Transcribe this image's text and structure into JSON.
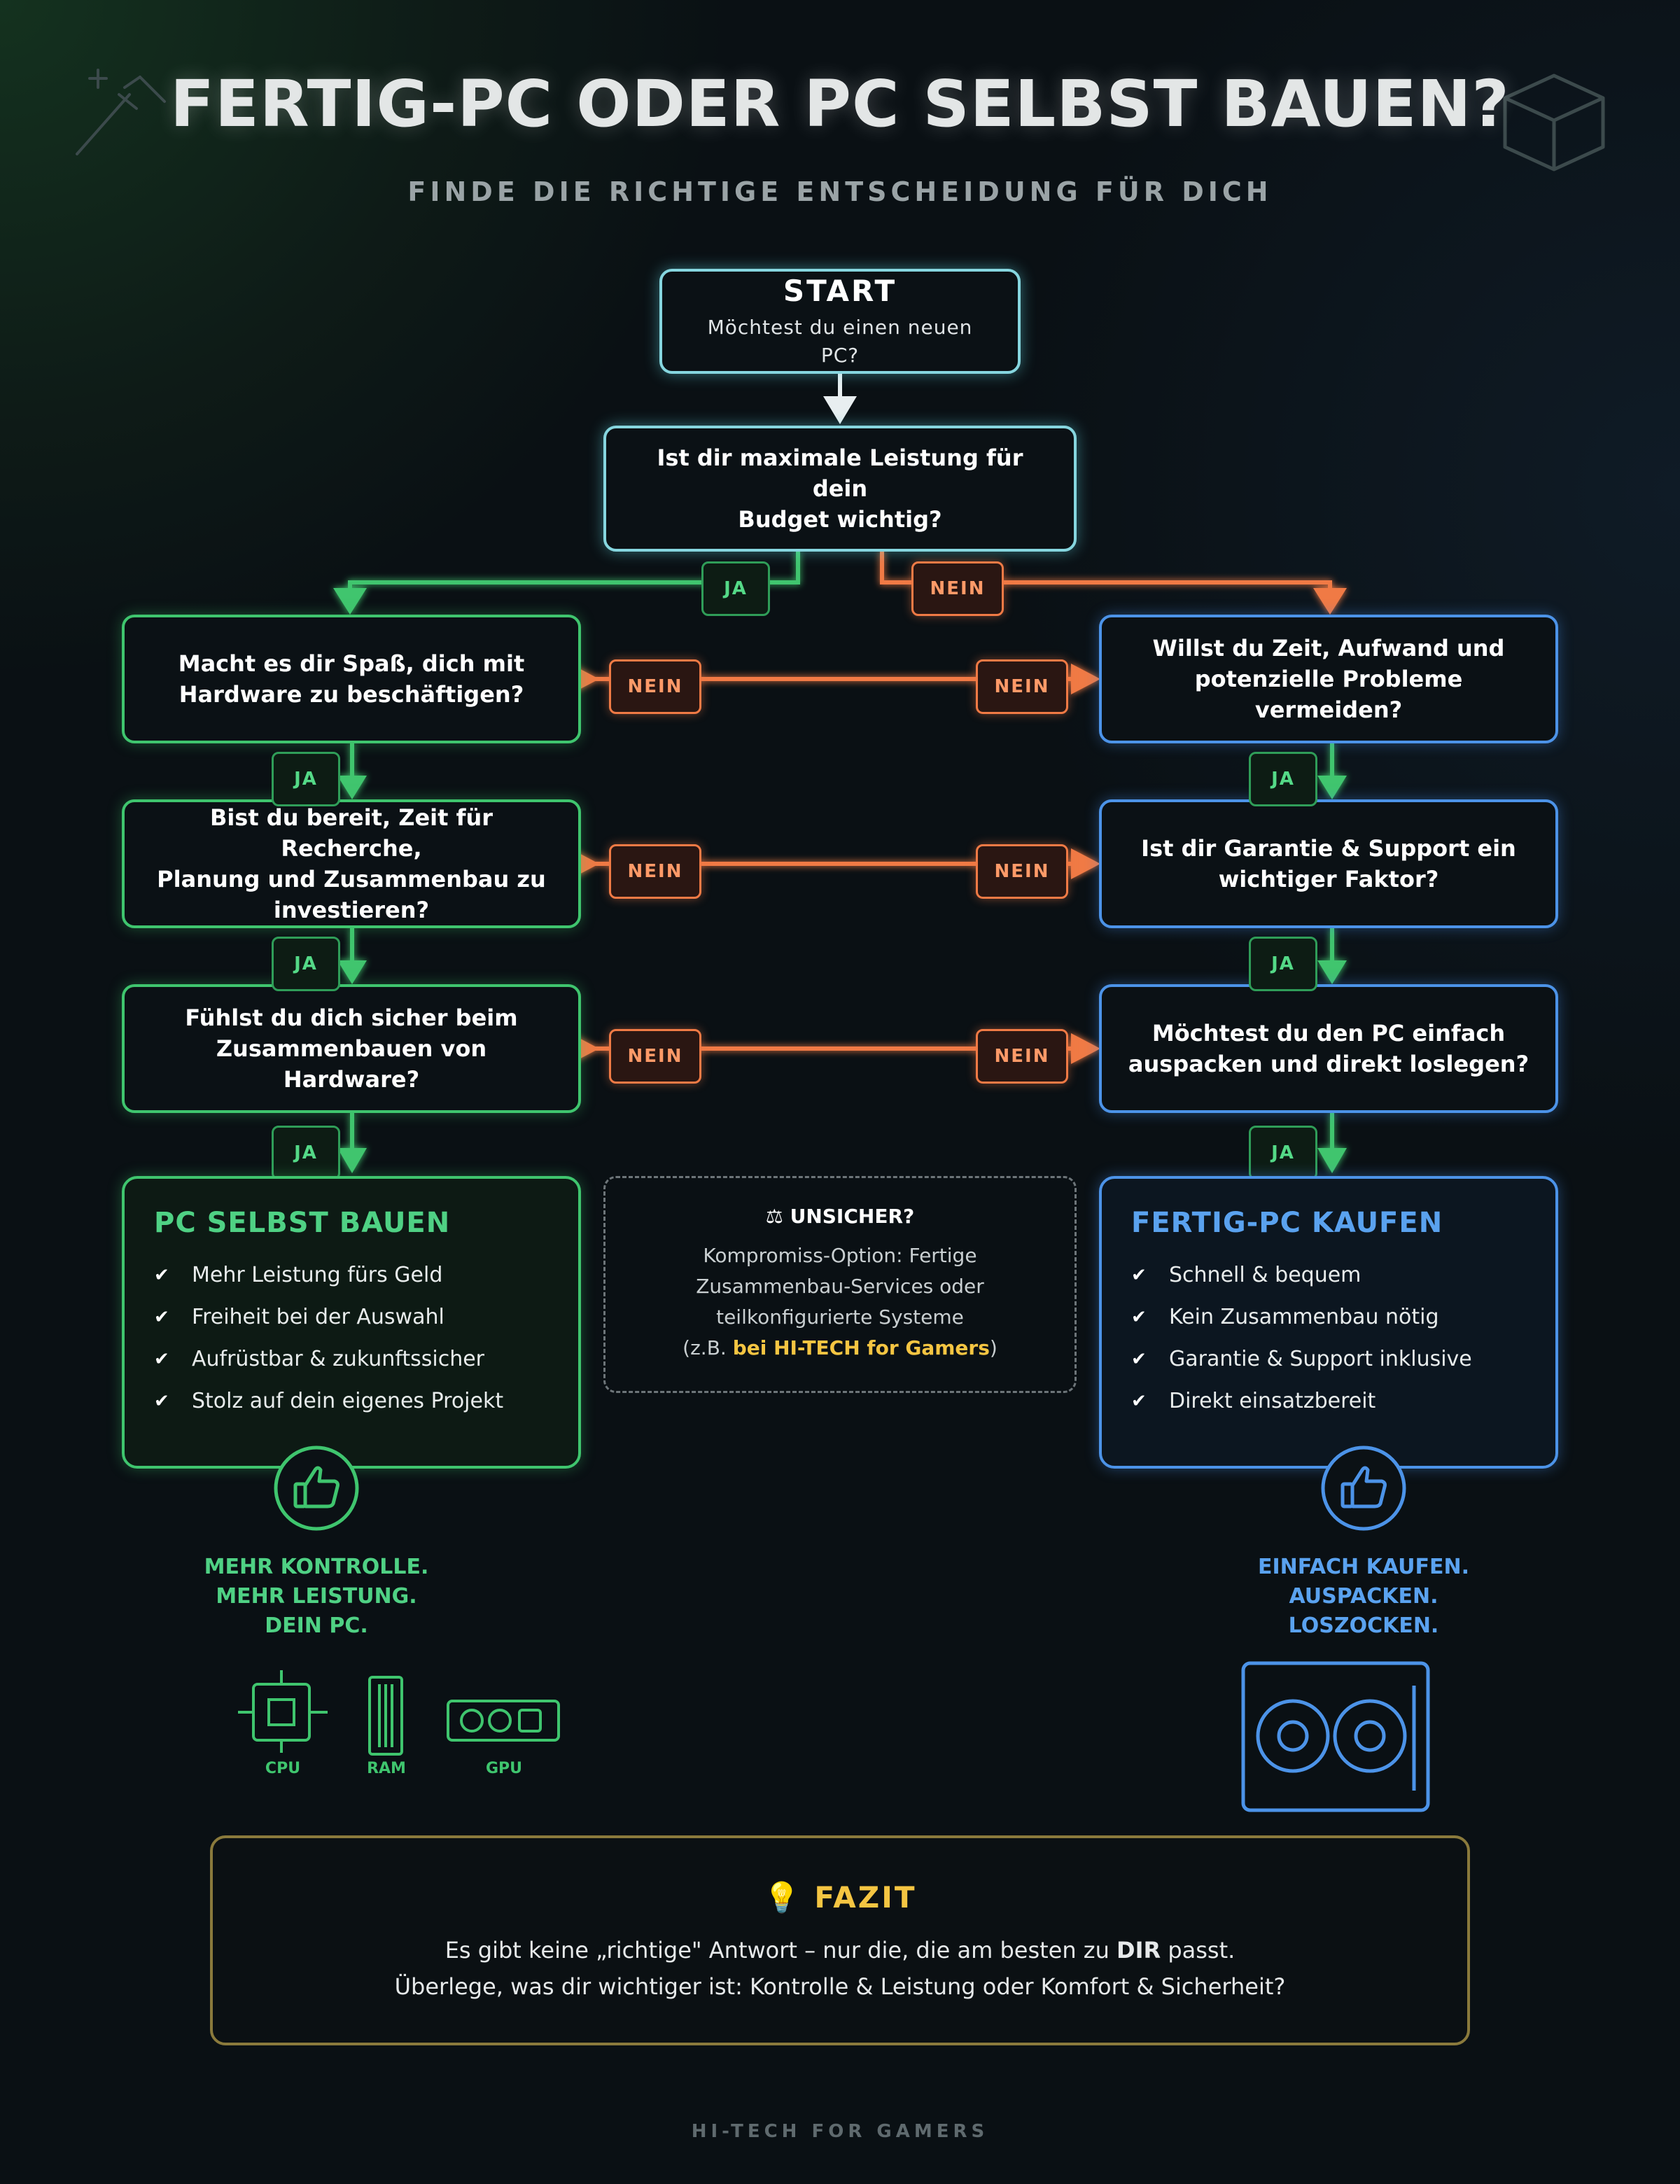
{
  "header": {
    "title": "FERTIG-PC ODER PC SELBST BAUEN?",
    "subtitle": "FINDE DIE RICHTIGE ENTSCHEIDUNG FÜR DICH"
  },
  "start": {
    "title": "START",
    "line1": "Möchtest du einen neuen",
    "line2": "PC?"
  },
  "q_main": {
    "line1": "Ist dir maximale Leistung für dein",
    "line2": "Budget wichtig?"
  },
  "left": {
    "q1": {
      "line1": "Macht es dir Spaß, dich mit",
      "line2": "Hardware zu beschäftigen?"
    },
    "q2": {
      "line1": "Bist du bereit, Zeit für Recherche,",
      "line2": "Planung und Zusammenbau zu",
      "line3": "investieren?"
    },
    "q3": {
      "line1": "Fühlst du dich sicher beim",
      "line2": "Zusammenbauen von Hardware?"
    }
  },
  "right": {
    "q1": {
      "line1": "Willst du Zeit, Aufwand und",
      "line2": "potenzielle Probleme vermeiden?"
    },
    "q2": {
      "line1": "Ist dir Garantie & Support ein",
      "line2": "wichtiger Faktor?"
    },
    "q3": {
      "line1": "Möchtest du den PC einfach",
      "line2": "auspacken und direkt loslegen?"
    }
  },
  "labels": {
    "yes": "JA",
    "no": "NEIN"
  },
  "result_left": {
    "title": "PC SELBST BAUEN",
    "items": [
      "Mehr Leistung fürs Geld",
      "Freiheit bei der Auswahl",
      "Aufrüstbar & zukunftssicher",
      "Stolz auf dein eigenes Projekt"
    ],
    "slogan": [
      "MEHR KONTROLLE.",
      "MEHR LEISTUNG.",
      "DEIN PC."
    ],
    "icons": [
      "CPU",
      "RAM",
      "GPU"
    ]
  },
  "result_right": {
    "title": "FERTIG-PC KAUFEN",
    "items": [
      "Schnell & bequem",
      "Kein Zusammenbau nötig",
      "Garantie & Support inklusive",
      "Direkt einsatzbereit"
    ],
    "slogan": [
      "EINFACH KAUFEN.",
      "AUSPACKEN.",
      "LOSZOCKEN."
    ]
  },
  "unsure": {
    "title": "UNSICHER?",
    "line1": "Kompromiss-Option: Fertige",
    "line2": "Zusammenbau-Services oder",
    "line3": "teilkonfigurierte Systeme",
    "prefix": "(z.B. ",
    "highlight": "bei HI-TECH for Gamers",
    "suffix": ")"
  },
  "fazit": {
    "title": "FAZIT",
    "line1_a": "Es gibt keine „richtige\" Antwort – nur die, die am besten zu ",
    "line1_b": "DIR",
    "line1_c": " passt.",
    "line2": "Überlege, was dir wichtiger ist: Kontrolle & Leistung oder Komfort & Sicherheit?"
  },
  "footer": "HI-TECH FOR GAMERS",
  "colors": {
    "green": "#3fc56e",
    "blue": "#4c93e8",
    "orange": "#f07a45",
    "cyan": "#86d6df",
    "gold": "#f5c542"
  }
}
